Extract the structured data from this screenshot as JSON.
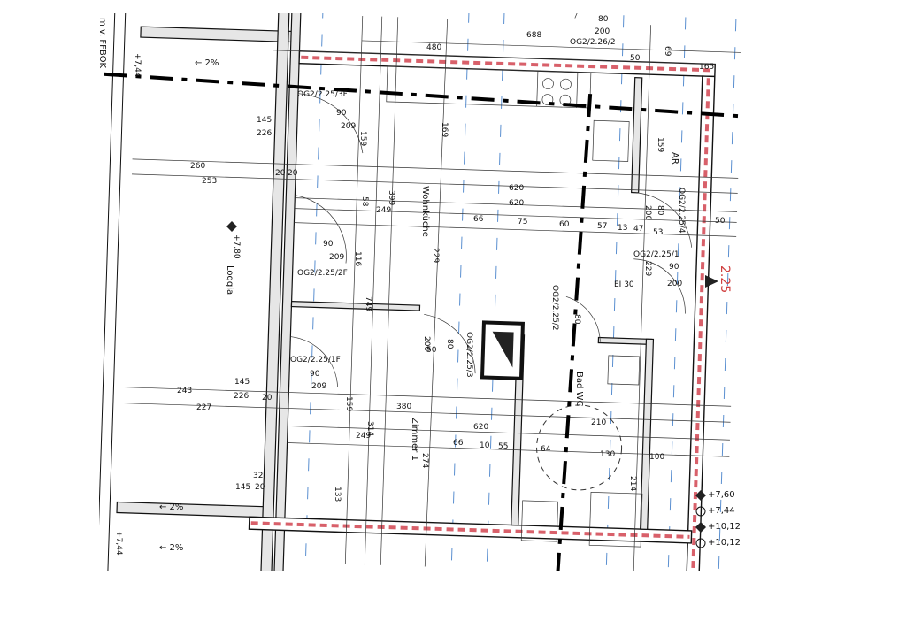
{
  "annotations": {
    "reference_label": "m v. FFBOK",
    "section_marker": "2.25",
    "fire_rating": "EI 30",
    "loggia_level": "+7,80",
    "edge_level_top": "+7,44",
    "edge_level_bottom": "+7,44"
  },
  "slopes": [
    "← 2%",
    "← 2%",
    "← 2%"
  ],
  "rooms": [
    {
      "name": "Loggia"
    },
    {
      "name": "Wohnküche"
    },
    {
      "name": "Zimmer 1"
    },
    {
      "name": "Bad WC"
    },
    {
      "name": "AR"
    }
  ],
  "door_tags": [
    "OG2/2.25/3F",
    "OG2/2.25/2F",
    "OG2/2.25/1F",
    "OG2/2.25/3",
    "OG2/2.25/2",
    "OG2/2.25/4",
    "OG2/2.25/1",
    "OG2/2.26/2"
  ],
  "dimensions": [
    "480",
    "688",
    "80",
    "200",
    "50",
    "165",
    "69",
    "90",
    "209",
    "145",
    "226",
    "159",
    "169",
    "260",
    "253",
    "20",
    "20",
    "58",
    "249",
    "399",
    "620",
    "620",
    "66",
    "75",
    "60",
    "57",
    "13",
    "47",
    "53",
    "50",
    "159",
    "200",
    "80",
    "229",
    "116",
    "749",
    "90",
    "209",
    "229",
    "90",
    "200",
    "80",
    "200",
    "50",
    "80",
    "90",
    "209",
    "145",
    "226",
    "243",
    "227",
    "20",
    "159",
    "380",
    "314",
    "249",
    "274",
    "620",
    "66",
    "10",
    "55",
    "64",
    "130",
    "210",
    "100",
    "214",
    "133",
    "145",
    "20",
    "32"
  ],
  "level_legend": [
    {
      "value": "+7,60",
      "symbol": "filled-diamond"
    },
    {
      "value": "+7,44",
      "symbol": "crosshair-circle"
    },
    {
      "value": "+10,12",
      "symbol": "filled-diamond"
    },
    {
      "value": "+10,12",
      "symbol": "crosshair-circle"
    }
  ],
  "colors": {
    "fire_wall": "#d8606a",
    "axis_grid": "#5a8fd0",
    "section_marker": "#d04040"
  }
}
